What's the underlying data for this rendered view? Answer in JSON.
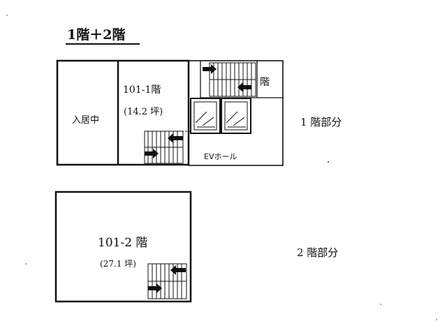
{
  "title": "1階＋2階",
  "floor1": {
    "tenant_occupied": "入居中",
    "unit_name": "101-1階",
    "unit_area": "(14.2 坪)",
    "stair_label": "階",
    "ev_hall": "EVホール",
    "section_label": "1 階部分"
  },
  "floor2": {
    "unit_name": "101-2 階",
    "unit_area": "(27.1 坪)",
    "section_label": "2 階部分"
  },
  "icons": {
    "stair_arrow": "arrow-right-icon",
    "elevator": "elevator-icon"
  }
}
